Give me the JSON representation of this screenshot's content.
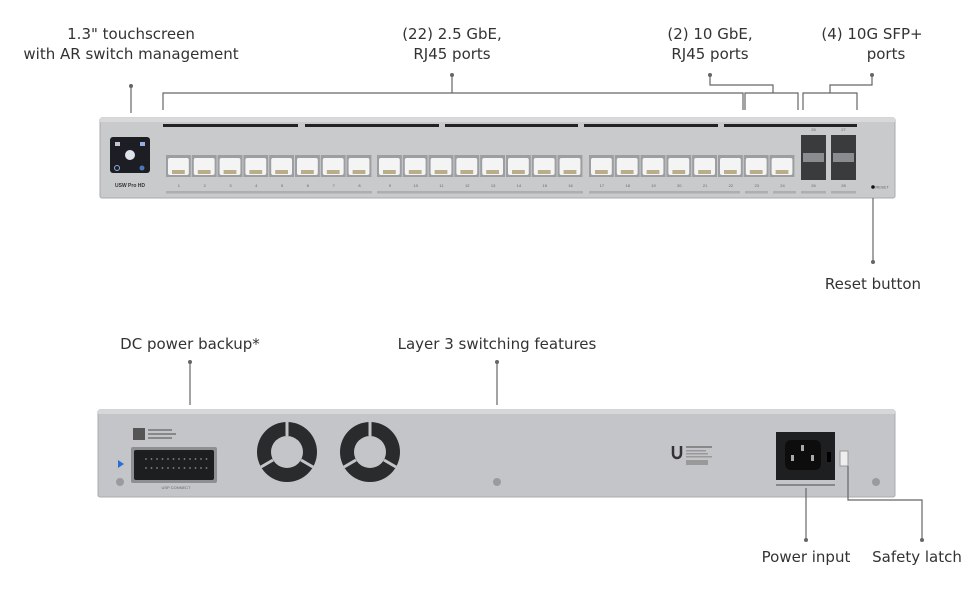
{
  "callouts": {
    "touchscreen": [
      "1.3\" touchscreen",
      "with AR switch management"
    ],
    "rj45_25g": [
      "(22) 2.5 GbE,",
      "RJ45 ports"
    ],
    "rj45_10g": [
      "(2) 10 GbE,",
      "RJ45 ports"
    ],
    "sfp": [
      "(4) 10G SFP+",
      "ports"
    ],
    "reset": "Reset button",
    "dc_power": "DC power backup*",
    "layer3": "Layer 3 switching features",
    "power_input": "Power input",
    "safety_latch": "Safety latch"
  },
  "front": {
    "model_label": "USW Pro HD",
    "reset_label": "RESET",
    "port_numbers": [
      "1",
      "2",
      "3",
      "4",
      "5",
      "6",
      "7",
      "8",
      "9",
      "10",
      "11",
      "12",
      "13",
      "14",
      "15",
      "16",
      "17",
      "18",
      "19",
      "20",
      "21",
      "22",
      "23",
      "24"
    ],
    "sfp_numbers": [
      "25",
      "26",
      "27",
      "28"
    ]
  },
  "back": {
    "connector_label": "USP CONNECT"
  },
  "colors": {
    "chassis": "#c9cacc",
    "chassis_edge": "#a9abae",
    "port_body": "#f2f2f2",
    "dark": "#2b2c2e",
    "lead": "#666666"
  }
}
